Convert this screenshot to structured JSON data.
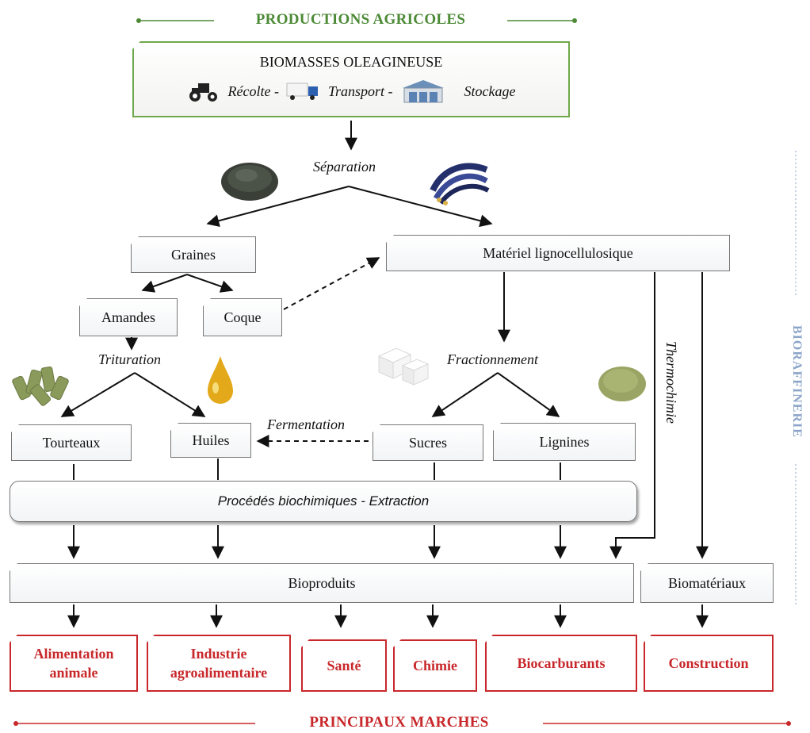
{
  "header": {
    "title": "PRODUCTIONS AGRICOLES"
  },
  "biomass": {
    "title": "BIOMASSES OLEAGINEUSE",
    "recolte": "Récolte -",
    "transport": "Transport -",
    "stockage": "Stockage",
    "tractor_icon": "tractor-icon",
    "truck_icon": "truck-icon",
    "warehouse_icon": "warehouse-icon"
  },
  "steps": {
    "separation": "Séparation",
    "trituration": "Trituration",
    "fractionnement": "Fractionnement",
    "fermentation": "Fermentation",
    "thermochimie": "Thermochimie"
  },
  "nodes": {
    "graines": "Graines",
    "materiel": "Matériel lignocellulosique",
    "amandes": "Amandes",
    "coque": "Coque",
    "tourteaux": "Tourteaux",
    "huiles": "Huiles",
    "sucres": "Sucres",
    "lignines": "Lignines",
    "procedes": "Procédés biochimiques - Extraction",
    "bioproduits": "Bioproduits",
    "biomateriaux": "Biomatériaux"
  },
  "markets": {
    "alimentation_1": "Alimentation",
    "alimentation_2": "animale",
    "industrie_1": "Industrie",
    "industrie_2": "agroalimentaire",
    "sante": "Santé",
    "chimie": "Chimie",
    "biocarburants": "Biocarburants",
    "construction": "Construction"
  },
  "side_label": "BIORAFFINERIE",
  "footer": {
    "title": "PRINCIPAUX MARCHES"
  },
  "colors": {
    "green": "#4c8a36",
    "red": "#c8282b",
    "biorefinery": "#8aa3c8"
  }
}
